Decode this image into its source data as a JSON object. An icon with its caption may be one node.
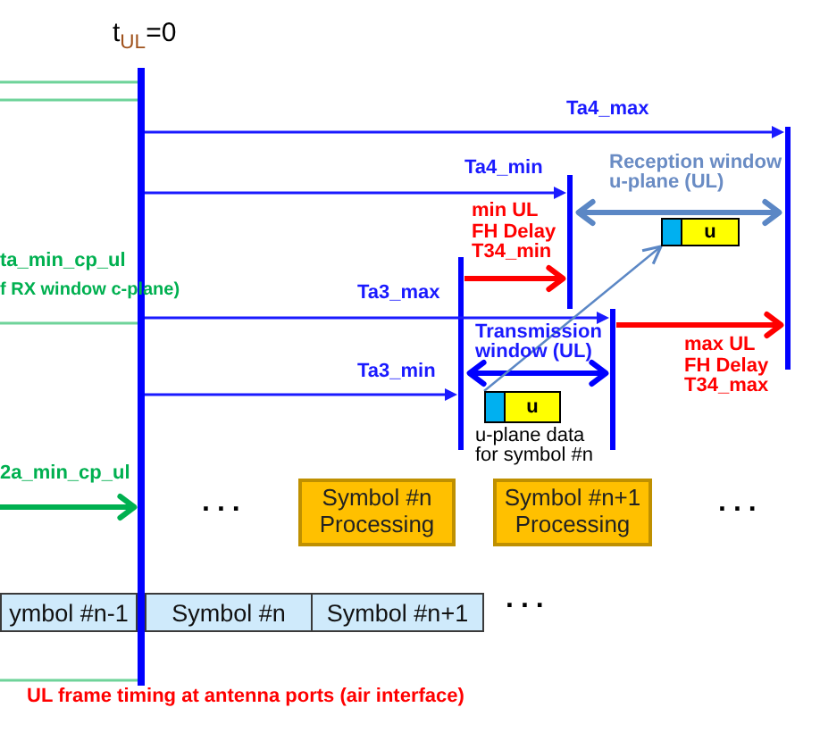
{
  "diagram": {
    "nodes": [
      {
        "text": [
          "u"
        ]
      },
      {
        "text": [
          "u"
        ],
        "beside": [
          "u-plane data for symbol #n"
        ]
      },
      {
        "text": [
          "Symbol #n Processing"
        ]
      },
      {
        "text": [
          "Symbol #n+1 Processing"
        ]
      },
      {
        "text": [
          "ymbol #n-1"
        ]
      },
      {
        "text": [
          "Symbol #n"
        ]
      },
      {
        "text": [
          "Symbol #n+1"
        ]
      }
    ],
    "edges": [
      {
        "from": 1,
        "to": 0,
        "arrow": "to"
      }
    ],
    "labels": [
      "t$_{UL}$=0",
      "Ta4_max",
      "Ta4_min",
      "Reception window u-plane (UL)",
      "min UL FH Delay T34_min",
      "ta_min_cp_ul",
      "f RX window c-plane)",
      "Ta3_max",
      "Transmission window (UL)",
      "max UL FH Delay T34_max",
      "Ta3_min",
      "2a_min_cp_ul",
      "...",
      "...",
      "...",
      "UL frame timing at antenna ports (air interface)"
    ]
  }
}
